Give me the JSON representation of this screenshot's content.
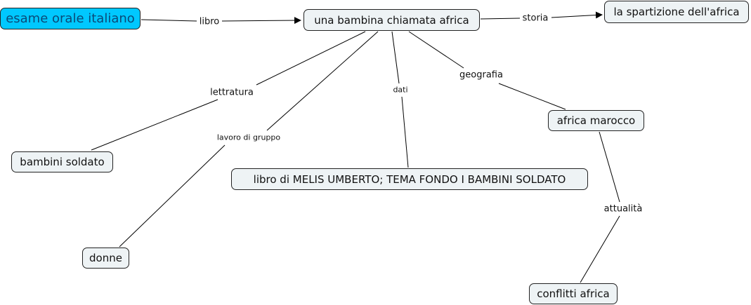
{
  "nodes": {
    "root": "esame orale italiano",
    "book": "una bambina chiamata africa",
    "history": "la spartizione dell'africa",
    "child_soldiers": "bambini soldato",
    "data_node": "libro di MELIS UMBERTO; TEMA FONDO I BAMBINI SOLDATO",
    "morocco": "africa marocco",
    "women": "donne",
    "conflicts": "conflitti africa"
  },
  "links": {
    "libro": "libro",
    "storia": "storia",
    "lettratura": "lettratura",
    "dati": "dati",
    "geografia": "geografia",
    "lavoro": "lavoro di gruppo",
    "attualita": "attualità"
  },
  "colors": {
    "root_fill": "#00c8ff",
    "node_fill": "#eef3f5"
  }
}
